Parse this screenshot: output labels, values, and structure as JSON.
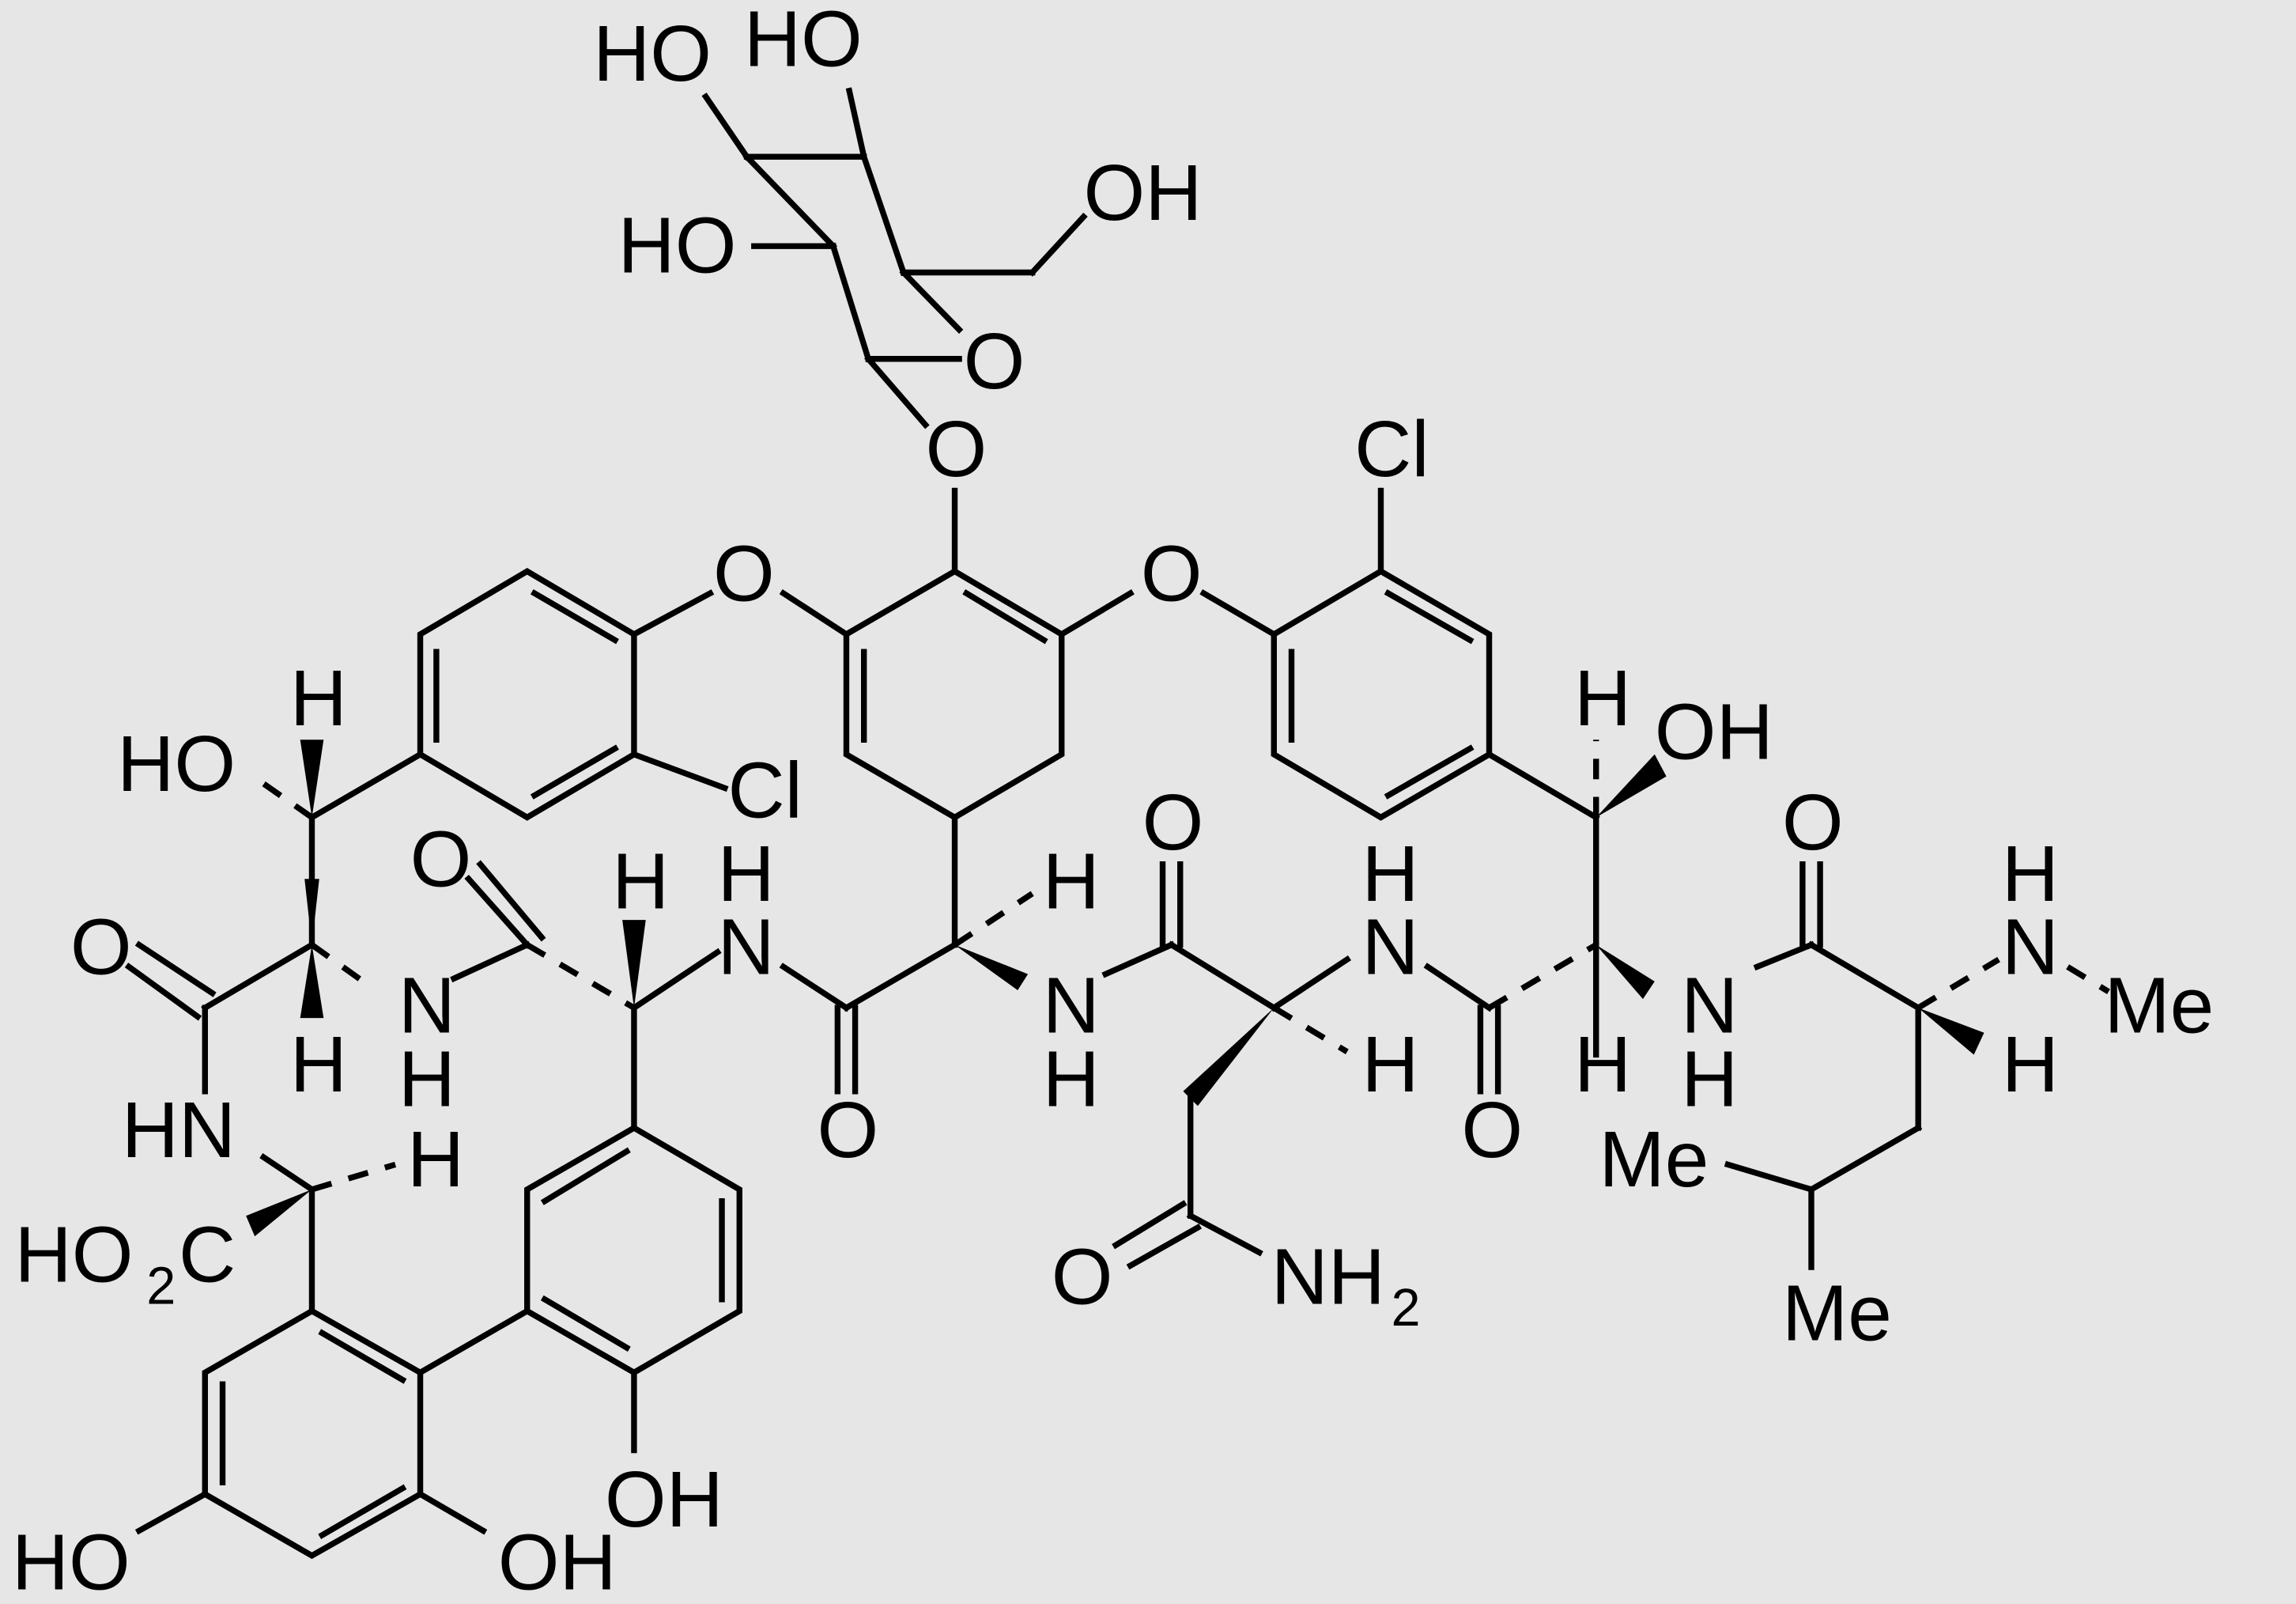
{
  "diagram": {
    "type": "chemical-structure",
    "background": "#e6e6e6",
    "line_color": "#000000",
    "labels": {
      "sugar_ho1": "HO",
      "sugar_ho2": "HO",
      "sugar_oh": "OH",
      "sugar_ho3": "HO",
      "sugar_ring_o": "O",
      "glyco_o": "O",
      "ether_o_left": "O",
      "ether_o_right": "O",
      "cl_top": "Cl",
      "cl_left": "Cl",
      "h1": "H",
      "ho_left": "HO",
      "o_left": "O",
      "h2": "H",
      "nh1_n": "N",
      "nh1_h": "H",
      "o_amide1": "O",
      "h3": "H",
      "nh2_h": "H",
      "nh2_n": "N",
      "o_amide2": "O",
      "h4": "H",
      "nh3_n": "N",
      "nh3_h": "H",
      "o_amide3": "O",
      "nh4_h": "H",
      "nh4_n": "N",
      "h5": "H",
      "o_amide4": "O",
      "h6": "H",
      "oh_right": "OH",
      "h7": "H",
      "nh5_n": "N",
      "nh5_h": "H",
      "o_amide5": "O",
      "nh6_h": "H",
      "nh6_n": "N",
      "me_n": "Me",
      "h8": "H",
      "me1": "Me",
      "me2": "Me",
      "hn": "HN",
      "h9": "H",
      "co2h": "HO",
      "co2h_sub": "2",
      "co2h_c": "C",
      "oh_bottom": "OH",
      "ho_bottom": "HO",
      "oh_bottom2": "OH",
      "o_asn": "O",
      "nh2": "NH",
      "nh2_sub": "2"
    }
  }
}
